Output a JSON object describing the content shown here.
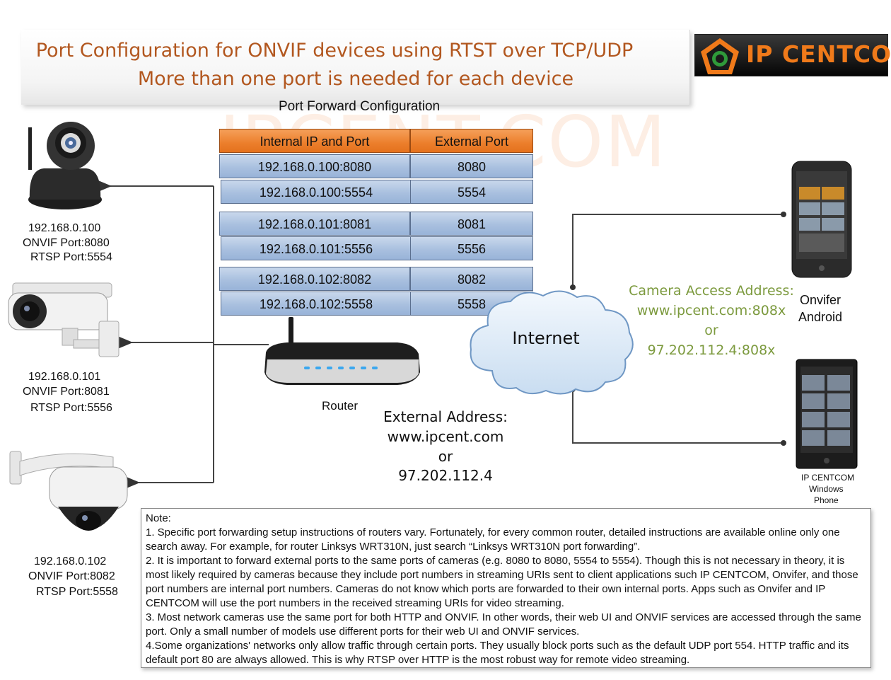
{
  "title": {
    "line1": "Port Configuration for ONVIF devices using RTST over TCP/UDP",
    "line2": "More than one port is needed for each device"
  },
  "logo": {
    "text": "IP CENTCOM",
    "color": "#f07a1a"
  },
  "watermark": "IPCENT.COM",
  "table": {
    "title": "Port Forward Configuration",
    "headers": [
      "Internal IP and Port",
      "External Port"
    ],
    "rows": [
      [
        "192.168.0.100:8080",
        "8080"
      ],
      [
        "192.168.0.100:5554",
        "5554"
      ],
      [
        "192.168.0.101:8081",
        "8081"
      ],
      [
        "192.168.0.101:5556",
        "5556"
      ],
      [
        "192.168.0.102:8082",
        "8082"
      ],
      [
        "192.168.0.102:5558",
        "5558"
      ]
    ]
  },
  "cameras": [
    {
      "ip": "192.168.0.100",
      "onvif": "ONVIF Port:8080",
      "rtsp": "RTSP Port:5554"
    },
    {
      "ip": "192.168.0.101",
      "onvif": "ONVIF Port:8081",
      "rtsp": "RTSP Port:5556"
    },
    {
      "ip": "192.168.0.102",
      "onvif": "ONVIF Port:8082",
      "rtsp": "RTSP Port:5558"
    }
  ],
  "router": {
    "label": "Router"
  },
  "internet": {
    "label": "Internet"
  },
  "external_address": {
    "label": "External Address:",
    "domain": "www.ipcent.com",
    "or": "or",
    "ip": "97.202.112.4"
  },
  "camera_access": {
    "label": "Camera Access Address:",
    "domain": "www.ipcent.com:808x",
    "or": "or",
    "ip": "97.202.112.4:808x"
  },
  "clients": {
    "android": {
      "line1": "Onvifer",
      "line2": "Android"
    },
    "windows": {
      "line1": "IP CENTCOM",
      "line2": "Windows",
      "line3": "Phone"
    }
  },
  "note": {
    "heading": "Note:",
    "items": [
      "1. Specific port forwarding  setup instructions of routers vary. Fortunately, for every common router, detailed instructions are available online only one search away. For example, for router Linksys WRT310N, just search “Linksys WRT310N port forwarding”.",
      "2. It is important to forward external ports to the same ports of cameras (e.g. 8080 to 8080, 5554 to 5554).  Though this is not necessary in theory, it is most likely required by cameras because they include port numbers in streaming URIs sent to client applications such IP CENTCOM, Onvifer, and those port numbers are internal port numbers.  Cameras do not know which ports are forwarded to their own internal ports. Apps such as Onvifer and IP CENTCOM will use the port numbers in the received streaming URIs for video streaming.",
      "3. Most network cameras use the same port for both HTTP and ONVIF. In other words, their web UI and ONVIF services are accessed through the same port.  Only a small number of models use different ports for their web UI and ONVIF services.",
      "4.Some organizations' networks only allow traffic through certain ports. They usually block ports such as the default UDP port 554. HTTP traffic and its default port 80 are always allowed. This is why RTSP over HTTP is the most robust way for remote video streaming."
    ]
  },
  "colors": {
    "title": "#b2571f",
    "table_header": "#ec7f2c",
    "table_cell": "#a9c0df",
    "green_text": "#7c9a3e",
    "cloud": "#dcebf8"
  }
}
